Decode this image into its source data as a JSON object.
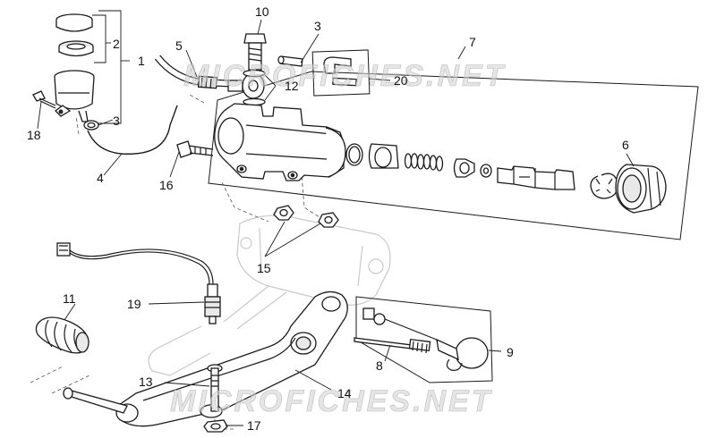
{
  "watermark": {
    "top": "MICROFICHES.NET",
    "bottom": "MICROFICHES.NET"
  },
  "callouts": [
    {
      "id": "1",
      "label": "1"
    },
    {
      "id": "2",
      "label": "2"
    },
    {
      "id": "3a",
      "label": "3"
    },
    {
      "id": "3b",
      "label": "3"
    },
    {
      "id": "4",
      "label": "4"
    },
    {
      "id": "5",
      "label": "5"
    },
    {
      "id": "6",
      "label": "6"
    },
    {
      "id": "7",
      "label": "7"
    },
    {
      "id": "8",
      "label": "8"
    },
    {
      "id": "9",
      "label": "9"
    },
    {
      "id": "10",
      "label": "10"
    },
    {
      "id": "11",
      "label": "11"
    },
    {
      "id": "12",
      "label": "12"
    },
    {
      "id": "13",
      "label": "13"
    },
    {
      "id": "14",
      "label": "14"
    },
    {
      "id": "15",
      "label": "15"
    },
    {
      "id": "16",
      "label": "16"
    },
    {
      "id": "17",
      "label": "17"
    },
    {
      "id": "18",
      "label": "18"
    },
    {
      "id": "19",
      "label": "19"
    },
    {
      "id": "20",
      "label": "20"
    }
  ]
}
